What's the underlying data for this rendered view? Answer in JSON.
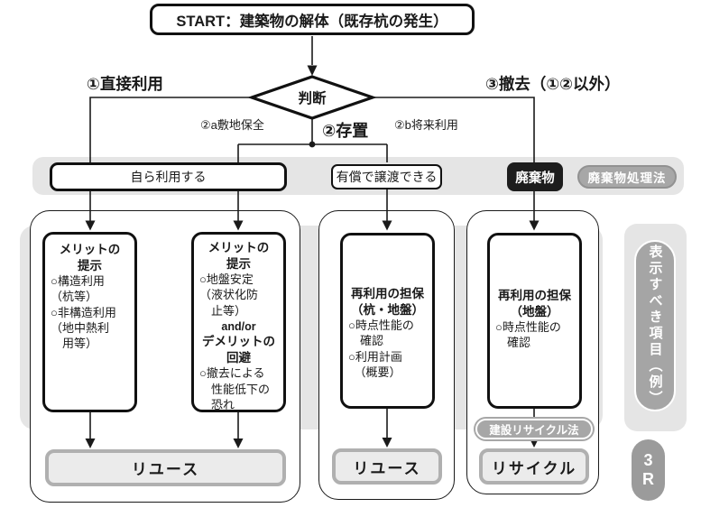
{
  "flow": {
    "start": "START：建築物の解体（既存杭の発生）",
    "decision": "判断"
  },
  "branches": {
    "b1": "①直接利用",
    "b2": "②存置",
    "b2a": "②a敷地保全",
    "b2b": "②b将来利用",
    "b3": "③撤去（①②以外）"
  },
  "band": {
    "self_use": "自ら利用する",
    "paid_transfer": "有償で譲渡できる",
    "waste": "廃棄物"
  },
  "pills": {
    "waste_law": "廃棄物処理法",
    "construction_recycle_law": "建設リサイクル法"
  },
  "columns": [
    {
      "title": "メリットの\n提示",
      "body": "○構造利用\n（杭等）\n○非構造利用\n（地中熱利\n　用等）"
    },
    {
      "title": "メリットの\n提示",
      "body": "○地盤安定\n（液状化防\n　止等）",
      "andor": "and/or",
      "title2": "デメリットの\n回避",
      "body2": "○撤去による\n　性能低下の\n　恐れ"
    },
    {
      "title": "再利用の担保\n（杭・地盤）",
      "body": "○時点性能の\n　確認\n○利用計画\n　（概要）"
    },
    {
      "title": "再利用の担保\n（地盤）",
      "body": "○時点性能の\n　確認"
    }
  ],
  "results": {
    "r1": "リユース",
    "r2": "リユース",
    "r3": "リサイクル"
  },
  "sidebar": {
    "display_items": "表示すべき項目（例）",
    "three_r": "3\nR"
  },
  "colors": {
    "panel_gray": "#e5e5e5",
    "pill_gray": "#a7a7a7",
    "line_black": "#1a1a1a",
    "result_fill": "#ebebeb",
    "result_border": "#b0b0b0",
    "waste_black": "#1d1d1d"
  }
}
